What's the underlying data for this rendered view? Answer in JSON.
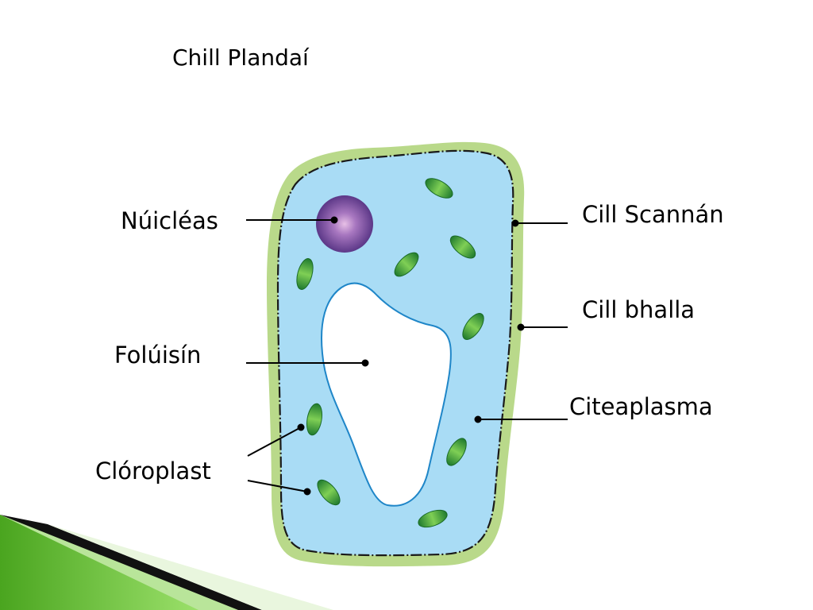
{
  "slide": {
    "title": "Chill Plandaí"
  },
  "labels": {
    "nucleus": "Núicléas",
    "vacuole": "Folúisín",
    "chloroplast": "Clóroplast",
    "cell_membrane": "Cill Scannán",
    "cell_wall": "Cill bhalla",
    "cytoplasm": "Citeaplasma"
  },
  "colors": {
    "cell_wall": "#b9d98a",
    "cytoplasm": "#a9dcf5",
    "vacuole_outline": "#1f86c8",
    "nucleus": "#6b3f94",
    "chloroplast": "#2e8b3a",
    "accent_green": "#59b32a"
  }
}
